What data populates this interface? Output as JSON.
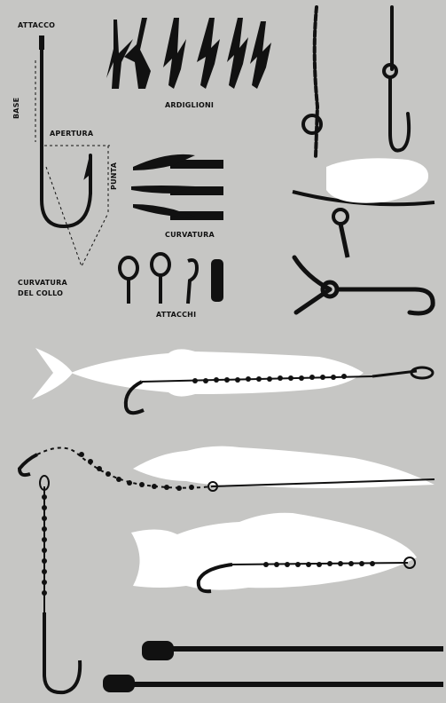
{
  "labels": {
    "attacco": "ATTACCO",
    "base": "BASE",
    "apertura": "APERTURA",
    "punta": "PUNTA",
    "curvatura_collo_1": "CURVATURA",
    "curvatura_collo_2": "DEL COLLO",
    "ardiglioni": "ARDIGLIONI",
    "curvatura": "CURVATURA",
    "attacchi": "ATTACCHI"
  },
  "colors": {
    "background": "#c6c6c4",
    "ink": "#111111",
    "fish": "#ffffff"
  }
}
